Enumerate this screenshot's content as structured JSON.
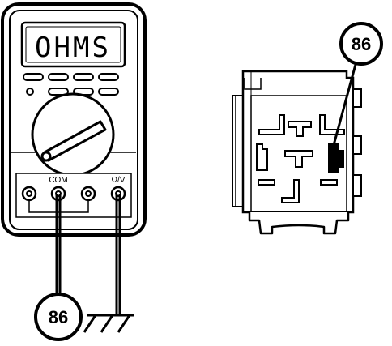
{
  "multimeter": {
    "display_reading": "OHMS",
    "com_label": "COM",
    "ohm_volt_label": "Ω/V"
  },
  "callouts": {
    "relay_terminal": "86",
    "probe_terminal": "86"
  }
}
